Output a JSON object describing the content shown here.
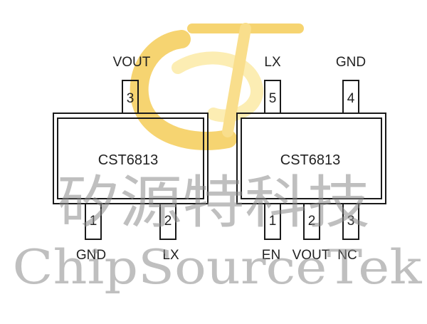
{
  "watermark": {
    "logo_letters": "CST",
    "cn_text": "矽源特科技",
    "en_text": "ChipSourceTek",
    "logo_colors": {
      "outer": "#f4c642",
      "inner": "#fbe79a"
    },
    "text_color": "#8c8c8c"
  },
  "packages": [
    {
      "part": "CST6813",
      "top_pins": [
        {
          "number": "3",
          "label": "VOUT"
        }
      ],
      "bottom_pins": [
        {
          "number": "1",
          "label": "GND"
        },
        {
          "number": "2",
          "label": "LX"
        }
      ]
    },
    {
      "part": "CST6813",
      "top_pins": [
        {
          "number": "5",
          "label": "LX"
        },
        {
          "number": "4",
          "label": "GND"
        }
      ],
      "bottom_pins": [
        {
          "number": "1",
          "label": "EN"
        },
        {
          "number": "2",
          "label": "VOUT"
        },
        {
          "number": "3",
          "label": "NC"
        }
      ]
    }
  ]
}
